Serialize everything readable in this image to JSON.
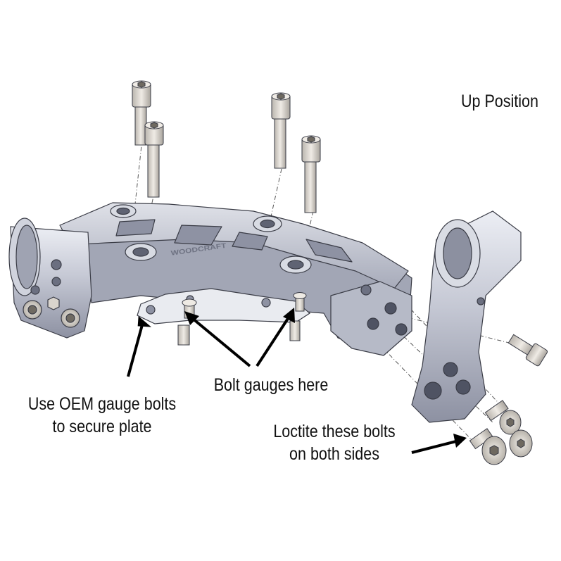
{
  "title": "Up Position",
  "callouts": {
    "oem_gauge_bolts": {
      "line1": "Use OEM gauge bolts",
      "line2": "to secure plate"
    },
    "bolt_gauges": "Bolt gauges here",
    "loctite": {
      "line1": "Loctite these bolts",
      "line2": "on both sides"
    }
  },
  "engraving": "WOODCRAFT",
  "colors": {
    "metal": "#c6c9d4",
    "metal_dark": "#8e92a3",
    "metal_light": "#e7e9ef",
    "outline": "#3a3c46",
    "bolt": "#d4d0ca",
    "arrow": "#000000"
  },
  "icons": [
    "arrow-icon"
  ]
}
